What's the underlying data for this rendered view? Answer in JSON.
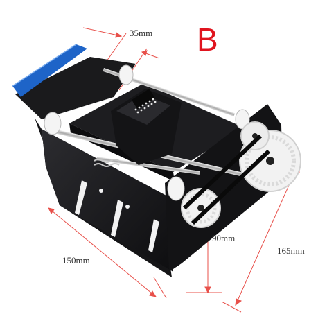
{
  "labels": {
    "variant_letter": "B",
    "dim_top": "35mm",
    "dim_height": "90mm",
    "dim_depth": "165mm",
    "dim_width": "150mm"
  },
  "colors": {
    "letter": "#e0141e",
    "dimension_line": "#e8504a",
    "metal_black": "#1c1c1e",
    "wiper_blue": "#1e64c8",
    "gear_white": "#f2f2f2"
  }
}
